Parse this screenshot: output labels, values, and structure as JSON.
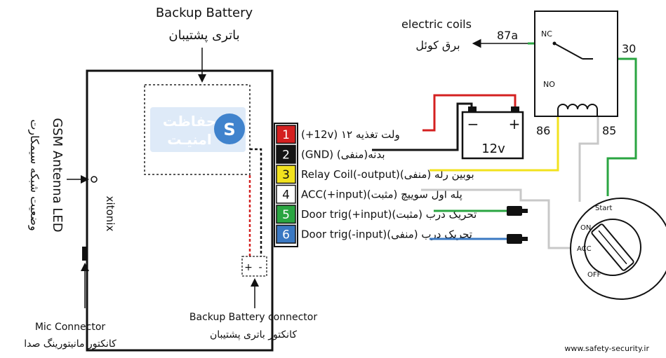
{
  "labels": {
    "backup_battery_en": "Backup Battery",
    "backup_battery_fa": "باتری پشتیبان",
    "gsm_en": "GSM Antenna LED",
    "gsm_fa": "وضعیت شبکه سیمکارت",
    "mic_en": "Mic Connector",
    "mic_fa": "کانکتور مانیتورینگ صدا",
    "bb_connector_en": "Backup Battery connector",
    "bb_connector_fa": "کانکتور باتری پشتیبان",
    "device_name": "xitonix",
    "electric_coils_en": "electric  coils",
    "electric_coils_fa": "برق کوئل",
    "battery_voltage": "12v",
    "battery_minus": "−",
    "battery_plus": "+",
    "connector_plus": "+",
    "connector_minus": "-",
    "website": "www.safety-security.ir"
  },
  "logo": {
    "line1": "حفاظت",
    "line2": "امنیـت"
  },
  "relay": {
    "nc": "NC",
    "no": "NO",
    "t87a": "87a",
    "t30": "30",
    "t86": "86",
    "t85": "85"
  },
  "ignition": {
    "start": "Start",
    "on": "ON",
    "acc": "ACC",
    "off": "OFF"
  },
  "pins": [
    {
      "num": "1",
      "color": "#d42020",
      "label": "(+12v) ۱۲ ولت تغذیه"
    },
    {
      "num": "2",
      "color": "#151515",
      "label": "(GND) بدنه(منفی)"
    },
    {
      "num": "3",
      "color": "#f2e21e",
      "label": "Relay Coil(-output)(منفی) بوبین رله"
    },
    {
      "num": "4",
      "color": "#ffffff",
      "label": "ACC(+input)(مثبت) پله اول سوییچ"
    },
    {
      "num": "5",
      "color": "#2aa541",
      "label": "Door trig(+input)(مثبت) تحریک درب"
    },
    {
      "num": "6",
      "color": "#3a78c2",
      "label": "Door trig(-input)(منفی) تحریک درب"
    }
  ],
  "colors": {
    "red": "#d42020",
    "black": "#151515",
    "yellow": "#f2e21e",
    "gray": "#c8c8c8",
    "green": "#2aa541",
    "blue": "#3a78c2",
    "logo": "#2f78c8"
  }
}
